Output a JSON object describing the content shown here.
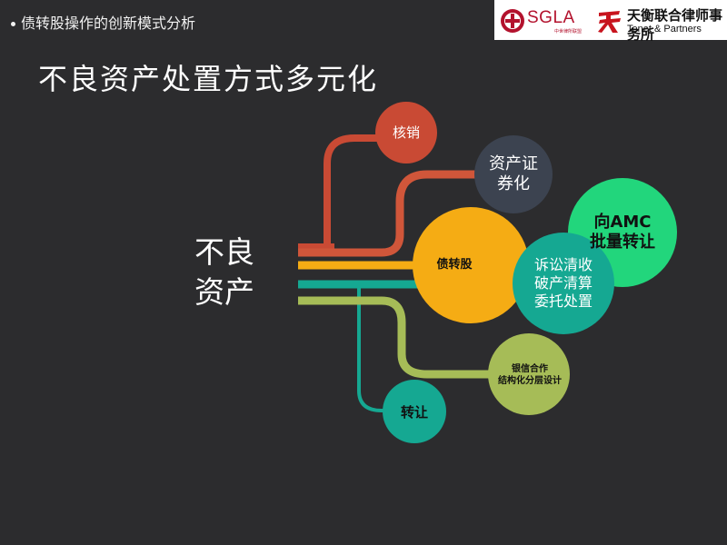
{
  "header": {
    "section_title": "债转股操作的创新模式分析",
    "logo_sgla_text": "SGLA",
    "logo_sgla_sub": "中世律所联盟",
    "logo_tenet_cn": "天衡联合律师事务所",
    "logo_tenet_en": "Tenet & Partners"
  },
  "slide": {
    "title": "不良资产处置方式多元化"
  },
  "diagram": {
    "center_line1": "不良",
    "center_line2": "资产",
    "nodes": [
      {
        "id": "writeoff",
        "line1": "核销",
        "line2": "",
        "color": "#c94a34"
      },
      {
        "id": "securitization",
        "line1": "资产证",
        "line2": "券化",
        "color": "#3c4350"
      },
      {
        "id": "debt-equity",
        "line1": "债转股",
        "line2": "",
        "color": "#f5ac14"
      },
      {
        "id": "amc",
        "line1": "向AMC",
        "line2": "批量转让",
        "color": "#22d67c"
      },
      {
        "id": "litigation",
        "line1": "诉讼清收",
        "line2": "破产清算",
        "line3": "委托处置",
        "color": "#15a892"
      },
      {
        "id": "bank-trust",
        "line1": "银信合作",
        "line2": "结构化分层设计",
        "color": "#a6bc57"
      },
      {
        "id": "transfer",
        "line1": "转让",
        "line2": "",
        "color": "#15a892"
      }
    ]
  }
}
